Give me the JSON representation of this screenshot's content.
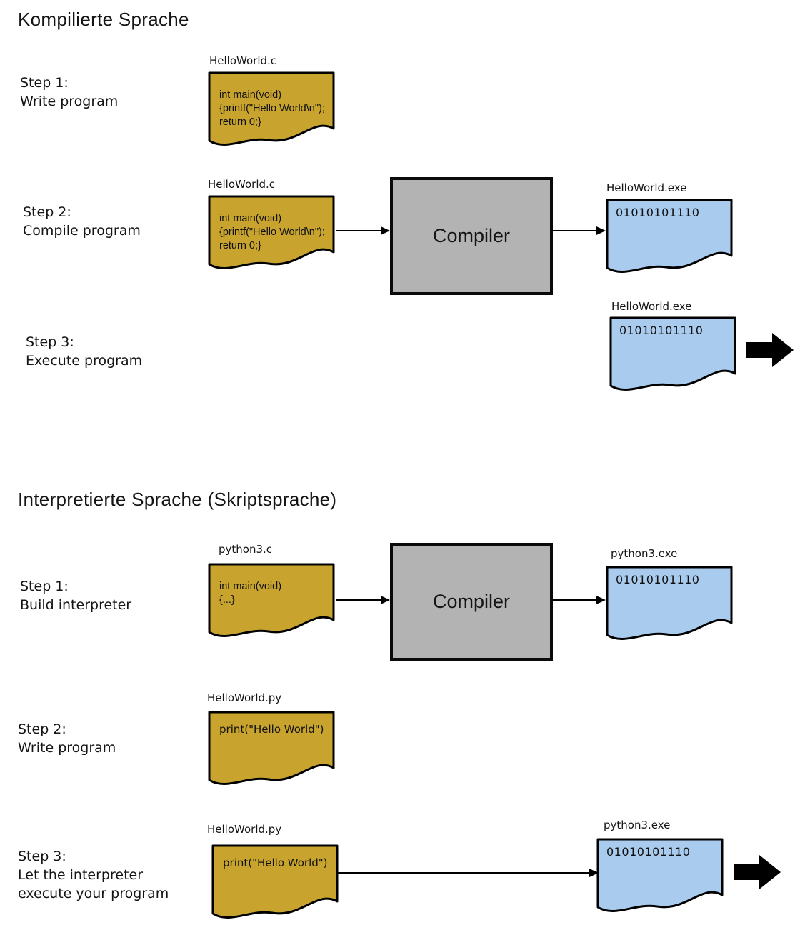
{
  "colors": {
    "source_doc_fill": "#C8A42E",
    "binary_doc_fill": "#A9CBEE",
    "compiler_fill": "#B3B3B3",
    "outline": "#000000"
  },
  "compiled": {
    "title": "Kompilierte Sprache",
    "step1": {
      "label": "Step 1:\nWrite program",
      "doc_name": "HelloWorld.c",
      "doc_code": "int main(void)\n{printf(\"Hello World\\n\");\nreturn 0;}"
    },
    "step2": {
      "label": "Step 2:\nCompile program",
      "input_doc_name": "HelloWorld.c",
      "input_doc_code": "int main(void)\n{printf(\"Hello World\\n\");\nreturn 0;}",
      "compiler_label": "Compiler",
      "output_doc_name": "HelloWorld.exe",
      "output_doc_code": "01010101110"
    },
    "step3": {
      "label": "Step 3:\nExecute program",
      "doc_name": "HelloWorld.exe",
      "doc_code": "01010101110"
    }
  },
  "interpreted": {
    "title": "Interpretierte Sprache (Skriptsprache)",
    "step1": {
      "label": "Step 1:\nBuild interpreter",
      "input_doc_name": "python3.c",
      "input_doc_code": "int main(void)\n{...}",
      "compiler_label": "Compiler",
      "output_doc_name": "python3.exe",
      "output_doc_code": "01010101110"
    },
    "step2": {
      "label": "Step 2:\nWrite program",
      "doc_name": "HelloWorld.py",
      "doc_code": "print(\"Hello World\")"
    },
    "step3": {
      "label": "Step 3:\nLet the interpreter\nexecute your program",
      "input_doc_name": "HelloWorld.py",
      "input_doc_code": "print(\"Hello World\")",
      "output_doc_name": "python3.exe",
      "output_doc_code": "01010101110"
    }
  }
}
